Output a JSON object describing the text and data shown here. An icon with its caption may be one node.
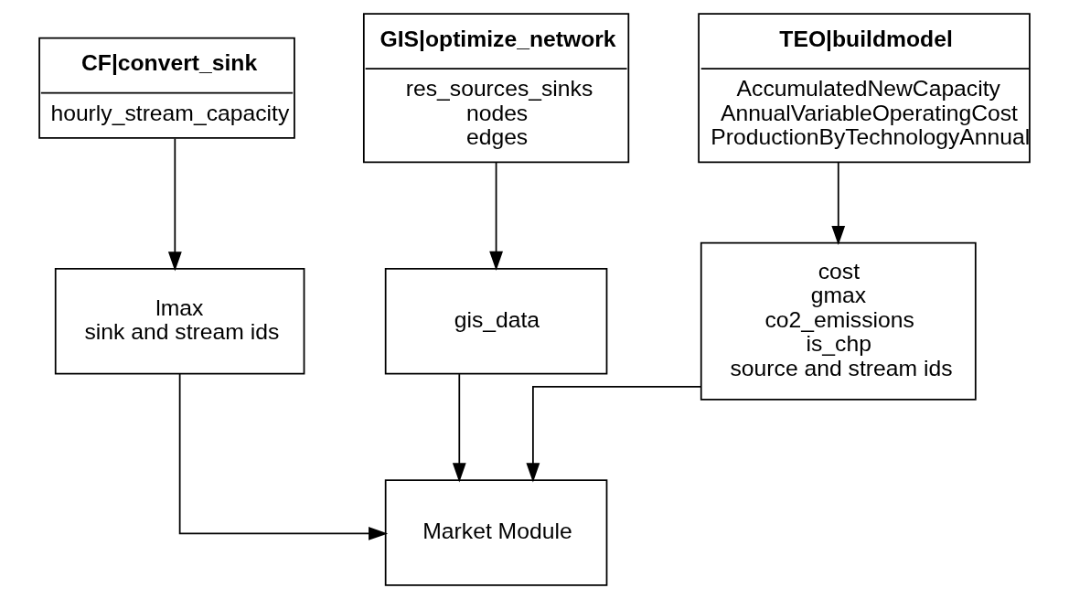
{
  "diagram": {
    "nodes": [
      {
        "text": [
          "CF|convert_sink",
          "hourly_stream_capacity"
        ]
      },
      {
        "text": [
          "GIS|optimize_network",
          "res_sources_sinks",
          "nodes",
          "edges"
        ]
      },
      {
        "text": [
          "TEO|buildmodel",
          "AccumulatedNewCapacity",
          "AnnualVariableOperatingCost",
          "ProductionByTechnologyAnnual"
        ]
      },
      {
        "text": [
          "lmax",
          "sink and stream ids"
        ]
      },
      {
        "text": [
          "gis_data"
        ]
      },
      {
        "text": [
          "cost",
          "gmax",
          "co2_emissions",
          "is_chp",
          "source and stream ids"
        ]
      },
      {
        "text": [
          "Market Module"
        ]
      }
    ],
    "edges": [
      {
        "from": 0,
        "to": 3,
        "arrow": "to"
      },
      {
        "from": 1,
        "to": 4,
        "arrow": "to"
      },
      {
        "from": 2,
        "to": 5,
        "arrow": "to"
      },
      {
        "from": 3,
        "to": 6,
        "arrow": "to"
      },
      {
        "from": 4,
        "to": 6,
        "arrow": "to"
      },
      {
        "from": 5,
        "to": 6,
        "arrow": "to"
      }
    ]
  }
}
